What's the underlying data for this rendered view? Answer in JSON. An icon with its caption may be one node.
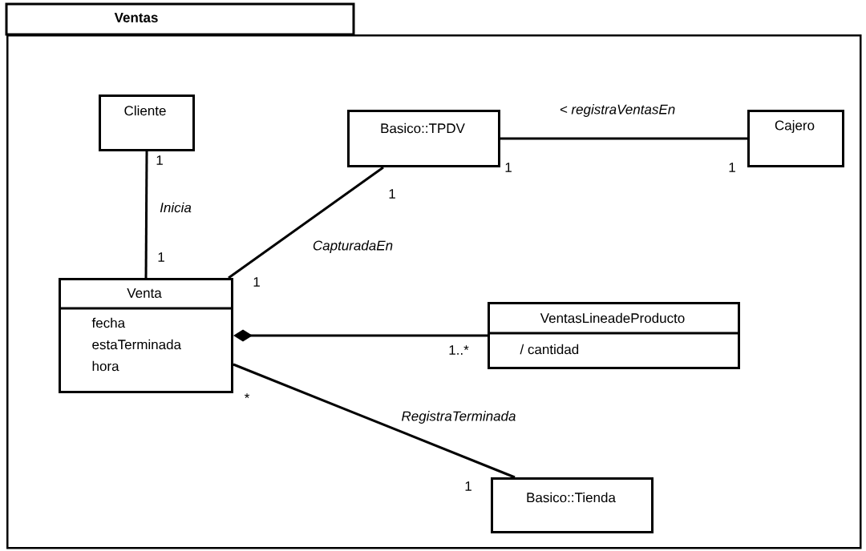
{
  "diagram": {
    "nodes": [
      {
        "text": [
          "Ventas"
        ]
      },
      {
        "text": [
          "Cliente"
        ],
        "in": 0
      },
      {
        "text": [
          "Basico::TPDV"
        ],
        "in": 0
      },
      {
        "text": [
          "Cajero"
        ],
        "in": 0
      },
      {
        "text": [
          "Venta",
          "fecha",
          "estaTerminada",
          "hora"
        ],
        "in": 0
      },
      {
        "text": [
          "VentasLineadeProducto",
          "/ cantidad"
        ],
        "in": 0
      },
      {
        "text": [
          "Basico::Tienda"
        ],
        "in": 0
      }
    ],
    "edges": [
      {
        "from": 1,
        "to": 4,
        "arrow": "none",
        "label": "Inicia"
      },
      {
        "from": 2,
        "to": 3,
        "arrow": "none",
        "label": "< registraVentasEn"
      },
      {
        "from": 2,
        "to": 4,
        "arrow": "none",
        "label": "CapturadaEn"
      },
      {
        "from": 4,
        "to": 5,
        "arrow": "other"
      },
      {
        "from": 4,
        "to": 6,
        "arrow": "none",
        "label": "RegistraTerminada"
      }
    ],
    "labels": [
      "1",
      "1",
      "1",
      "1",
      "1",
      "1",
      "1..*",
      "*",
      "1"
    ]
  }
}
